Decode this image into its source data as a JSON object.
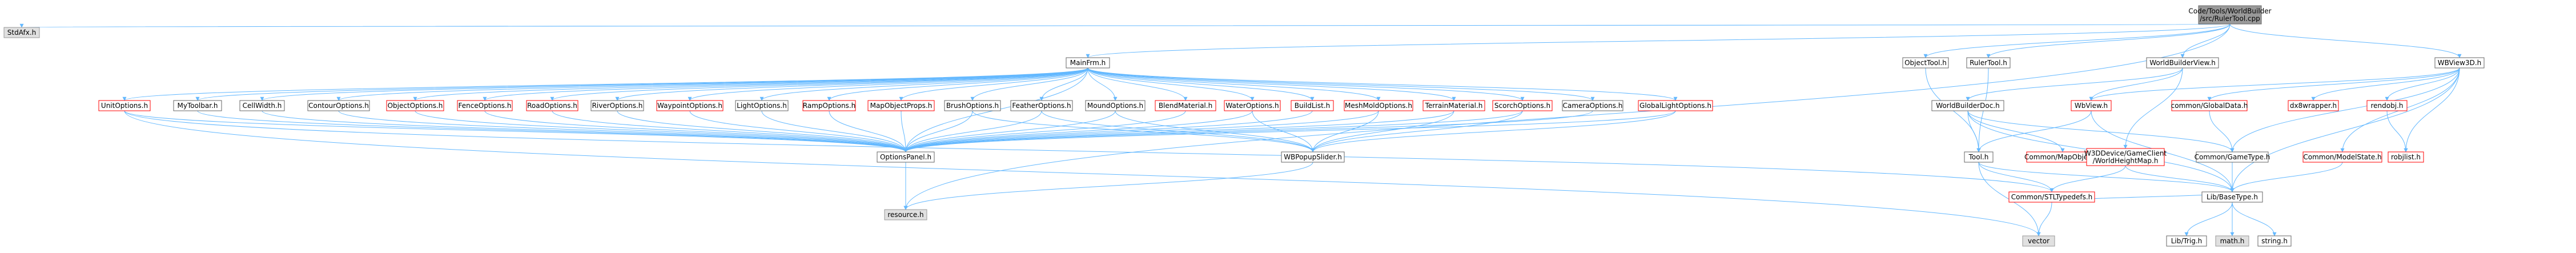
{
  "diagram": {
    "kind": "include-dependency-graph",
    "colors": {
      "root_fill": "#999999",
      "root_stroke": "#666666",
      "plain_fill": "#ffffff",
      "plain_stroke": "#666666",
      "red_fill": "#ffffff",
      "red_stroke": "#FF0000",
      "gray_fill": "#E0E0E0",
      "gray_stroke": "#999999",
      "edge": "#63B8FF"
    },
    "nodes": {
      "root": {
        "label": "Code/Tools/WorldBuilder/src/RulerTool.cpp",
        "lines": [
          "Code/Tools/WorldBuilder",
          "/src/RulerTool.cpp"
        ],
        "style": "root"
      },
      "stdafx": {
        "label": "StdAfx.h",
        "style": "gray"
      },
      "mainfrm": {
        "label": "MainFrm.h",
        "style": "plain"
      },
      "objecttool": {
        "label": "ObjectTool.h",
        "style": "plain"
      },
      "rulertool": {
        "label": "RulerTool.h",
        "style": "plain"
      },
      "worldbuilderview": {
        "label": "WorldBuilderView.h",
        "style": "plain"
      },
      "wbview3d": {
        "label": "WBView3D.h",
        "style": "plain"
      },
      "unitoptions": {
        "label": "UnitOptions.h",
        "style": "red"
      },
      "mytoolbar": {
        "label": "MyToolbar.h",
        "style": "plain"
      },
      "cellwidth": {
        "label": "CellWidth.h",
        "style": "plain"
      },
      "contouroptions": {
        "label": "ContourOptions.h",
        "style": "plain"
      },
      "objectoptions": {
        "label": "ObjectOptions.h",
        "style": "red"
      },
      "fenceoptions": {
        "label": "FenceOptions.h",
        "style": "red"
      },
      "mapobjectprops": {
        "label": "MapObjectProps.h",
        "style": "red"
      },
      "roadoptions": {
        "label": "RoadOptions.h",
        "style": "red"
      },
      "waypointoptions": {
        "label": "WaypointOptions.h",
        "style": "red"
      },
      "lightoptions": {
        "label": "LightOptions.h",
        "style": "plain"
      },
      "rampoptions": {
        "label": "RampOptions.h",
        "style": "red"
      },
      "brushoptions": {
        "label": "BrushOptions.h",
        "style": "plain"
      },
      "featheroptions": {
        "label": "FeatherOptions.h",
        "style": "plain"
      },
      "moundoptions": {
        "label": "MoundOptions.h",
        "style": "plain"
      },
      "blendmaterial": {
        "label": "BlendMaterial.h",
        "style": "red"
      },
      "wateroptions": {
        "label": "WaterOptions.h",
        "style": "red"
      },
      "buildlist": {
        "label": "BuildList.h",
        "style": "red"
      },
      "meshmoldoptions": {
        "label": "MeshMoldOptions.h",
        "style": "red"
      },
      "terrainmaterial": {
        "label": "TerrainMaterial.h",
        "style": "red"
      },
      "scorchoptions": {
        "label": "ScorchOptions.h",
        "style": "red"
      },
      "cameraoptions": {
        "label": "CameraOptions.h",
        "style": "plain"
      },
      "globallightoptions": {
        "label": "GlobalLightOptions.h",
        "style": "red"
      },
      "riveroptions": {
        "label": "RiverOptions.h",
        "style": "plain"
      },
      "optionspanel": {
        "label": "OptionsPanel.h",
        "style": "plain"
      },
      "wbpopupslider": {
        "label": "WBPopupSlider.h",
        "style": "plain"
      },
      "worldbuilderdoc": {
        "label": "WorldBuilderDoc.h",
        "style": "plain"
      },
      "wbview": {
        "label": "WbView.h",
        "style": "red"
      },
      "tool": {
        "label": "Tool.h",
        "style": "plain"
      },
      "mapobject": {
        "label": "Common/MapObject.h",
        "style": "red"
      },
      "w3ddevice": {
        "label": "W3DDevice/GameClient/WorldHeightMap.h",
        "lines": [
          "W3DDevice/GameClient",
          "/WorldHeightMap.h"
        ],
        "style": "red"
      },
      "commonglobaldata": {
        "label": "common/GlobalData.h",
        "style": "red"
      },
      "commongametype": {
        "label": "Common/GameType.h",
        "style": "plain"
      },
      "dx8wrapper": {
        "label": "dx8wrapper.h",
        "style": "red"
      },
      "rendobj": {
        "label": "rendobj.h",
        "style": "red"
      },
      "robjlist": {
        "label": "robjlist.h",
        "style": "red"
      },
      "commonmodelstate": {
        "label": "Common/ModelState.h",
        "style": "red"
      },
      "stltypedefs": {
        "label": "Common/STLTypedefs.h",
        "style": "red"
      },
      "resource": {
        "label": "resource.h",
        "style": "gray"
      },
      "libbasetype": {
        "label": "Lib/BaseType.h",
        "style": "plain"
      },
      "vector": {
        "label": "vector",
        "style": "gray"
      },
      "libtrig": {
        "label": "Lib/Trig.h",
        "style": "plain"
      },
      "math": {
        "label": "math.h",
        "style": "gray"
      },
      "string": {
        "label": "string.h",
        "style": "plain"
      }
    },
    "edges": [
      [
        "root",
        "stdafx"
      ],
      [
        "root",
        "mainfrm"
      ],
      [
        "root",
        "objecttool"
      ],
      [
        "root",
        "rulertool"
      ],
      [
        "root",
        "worldbuilderview"
      ],
      [
        "root",
        "wbview3d"
      ],
      [
        "root",
        "resource"
      ],
      [
        "mainfrm",
        "unitoptions"
      ],
      [
        "mainfrm",
        "mytoolbar"
      ],
      [
        "mainfrm",
        "cellwidth"
      ],
      [
        "mainfrm",
        "contouroptions"
      ],
      [
        "mainfrm",
        "objectoptions"
      ],
      [
        "mainfrm",
        "fenceoptions"
      ],
      [
        "mainfrm",
        "roadoptions"
      ],
      [
        "mainfrm",
        "riveroptions"
      ],
      [
        "mainfrm",
        "waypointoptions"
      ],
      [
        "mainfrm",
        "lightoptions"
      ],
      [
        "mainfrm",
        "rampoptions"
      ],
      [
        "mainfrm",
        "mapobjectprops"
      ],
      [
        "mainfrm",
        "brushoptions"
      ],
      [
        "mainfrm",
        "featheroptions"
      ],
      [
        "mainfrm",
        "moundoptions"
      ],
      [
        "mainfrm",
        "blendmaterial"
      ],
      [
        "mainfrm",
        "wateroptions"
      ],
      [
        "mainfrm",
        "buildlist"
      ],
      [
        "mainfrm",
        "meshmoldoptions"
      ],
      [
        "mainfrm",
        "terrainmaterial"
      ],
      [
        "mainfrm",
        "scorchoptions"
      ],
      [
        "mainfrm",
        "cameraoptions"
      ],
      [
        "mainfrm",
        "globallightoptions"
      ],
      [
        "mainfrm",
        "optionspanel"
      ],
      [
        "unitoptions",
        "optionspanel"
      ],
      [
        "unitoptions",
        "stltypedefs"
      ],
      [
        "unitoptions",
        "vector"
      ],
      [
        "mytoolbar",
        "optionspanel"
      ],
      [
        "cellwidth",
        "optionspanel"
      ],
      [
        "contouroptions",
        "optionspanel"
      ],
      [
        "objectoptions",
        "optionspanel"
      ],
      [
        "fenceoptions",
        "optionspanel"
      ],
      [
        "roadoptions",
        "optionspanel"
      ],
      [
        "riveroptions",
        "optionspanel"
      ],
      [
        "waypointoptions",
        "optionspanel"
      ],
      [
        "lightoptions",
        "optionspanel"
      ],
      [
        "rampoptions",
        "optionspanel"
      ],
      [
        "mapobjectprops",
        "optionspanel"
      ],
      [
        "brushoptions",
        "optionspanel"
      ],
      [
        "brushoptions",
        "wbpopupslider"
      ],
      [
        "featheroptions",
        "optionspanel"
      ],
      [
        "featheroptions",
        "wbpopupslider"
      ],
      [
        "moundoptions",
        "optionspanel"
      ],
      [
        "moundoptions",
        "wbpopupslider"
      ],
      [
        "blendmaterial",
        "optionspanel"
      ],
      [
        "wateroptions",
        "optionspanel"
      ],
      [
        "wateroptions",
        "wbpopupslider"
      ],
      [
        "buildlist",
        "optionspanel"
      ],
      [
        "meshmoldoptions",
        "optionspanel"
      ],
      [
        "meshmoldoptions",
        "wbpopupslider"
      ],
      [
        "terrainmaterial",
        "optionspanel"
      ],
      [
        "terrainmaterial",
        "wbpopupslider"
      ],
      [
        "scorchoptions",
        "optionspanel"
      ],
      [
        "scorchoptions",
        "wbpopupslider"
      ],
      [
        "cameraoptions",
        "optionspanel"
      ],
      [
        "globallightoptions",
        "optionspanel"
      ],
      [
        "globallightoptions",
        "wbpopupslider"
      ],
      [
        "optionspanel",
        "resource"
      ],
      [
        "wbpopupslider",
        "resource"
      ],
      [
        "objecttool",
        "tool"
      ],
      [
        "rulertool",
        "tool"
      ],
      [
        "worldbuilderview",
        "worldbuilderdoc"
      ],
      [
        "worldbuilderview",
        "wbview"
      ],
      [
        "worldbuilderview",
        "w3ddevice"
      ],
      [
        "worldbuilderdoc",
        "tool"
      ],
      [
        "worldbuilderdoc",
        "mapobject"
      ],
      [
        "worldbuilderdoc",
        "commongametype"
      ],
      [
        "worldbuilderdoc",
        "libbasetype"
      ],
      [
        "wbview",
        "tool"
      ],
      [
        "wbview",
        "libbasetype"
      ],
      [
        "w3ddevice",
        "libbasetype"
      ],
      [
        "w3ddevice",
        "stltypedefs"
      ],
      [
        "wbview3d",
        "wbview"
      ],
      [
        "wbview3d",
        "commonglobaldata"
      ],
      [
        "wbview3d",
        "dx8wrapper"
      ],
      [
        "wbview3d",
        "rendobj"
      ],
      [
        "wbview3d",
        "robjlist"
      ],
      [
        "wbview3d",
        "commonmodelstate"
      ],
      [
        "wbview3d",
        "commongametype"
      ],
      [
        "wbview3d",
        "libbasetype"
      ],
      [
        "rendobj",
        "robjlist"
      ],
      [
        "commonglobaldata",
        "commongametype"
      ],
      [
        "commongametype",
        "libbasetype"
      ],
      [
        "commonmodelstate",
        "libbasetype"
      ],
      [
        "tool",
        "libbasetype"
      ],
      [
        "tool",
        "stltypedefs"
      ],
      [
        "tool",
        "vector"
      ],
      [
        "stltypedefs",
        "vector"
      ],
      [
        "stltypedefs",
        "libbasetype"
      ],
      [
        "libbasetype",
        "libtrig"
      ],
      [
        "libbasetype",
        "math"
      ],
      [
        "libbasetype",
        "string"
      ]
    ]
  }
}
